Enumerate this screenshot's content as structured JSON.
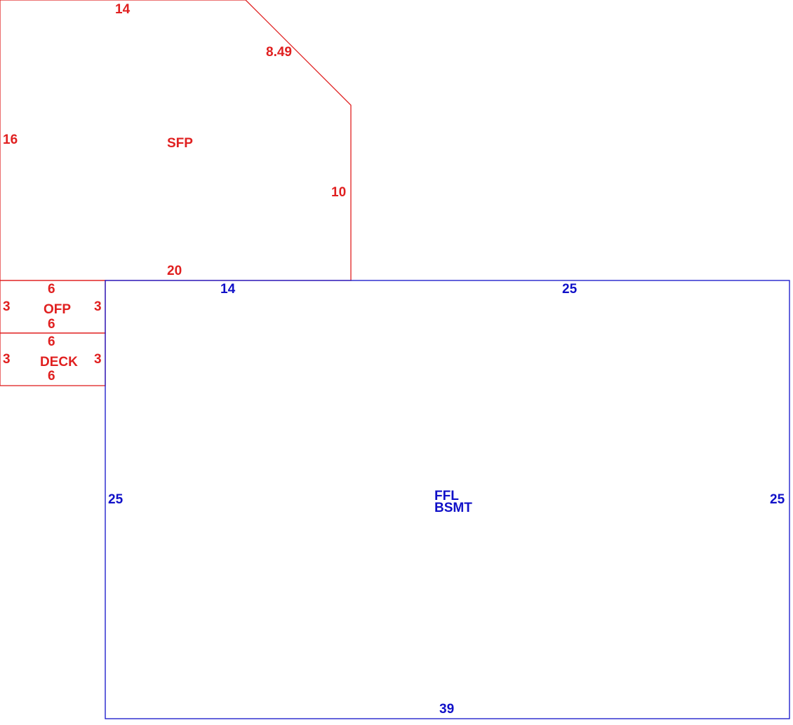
{
  "colors": {
    "upper_level": "#e02020",
    "basement": "#1010c8",
    "background": "#ffffff"
  },
  "sfp": {
    "name": "SFP",
    "dims": {
      "top": "14",
      "diagonal": "8.49",
      "left": "16",
      "right": "10",
      "bottom": "20"
    }
  },
  "ofp": {
    "name": "OFP",
    "dims": {
      "top": "6",
      "bottom": "6",
      "left": "3",
      "right": "3"
    }
  },
  "deck": {
    "name": "DECK",
    "dims": {
      "top": "6",
      "bottom": "6",
      "left": "3",
      "right": "3"
    }
  },
  "bsmt": {
    "name_line1": "FFL",
    "name_line2": "BSMT",
    "dims": {
      "top_left": "14",
      "top_right": "25",
      "left": "25",
      "right": "25",
      "bottom": "39"
    }
  }
}
